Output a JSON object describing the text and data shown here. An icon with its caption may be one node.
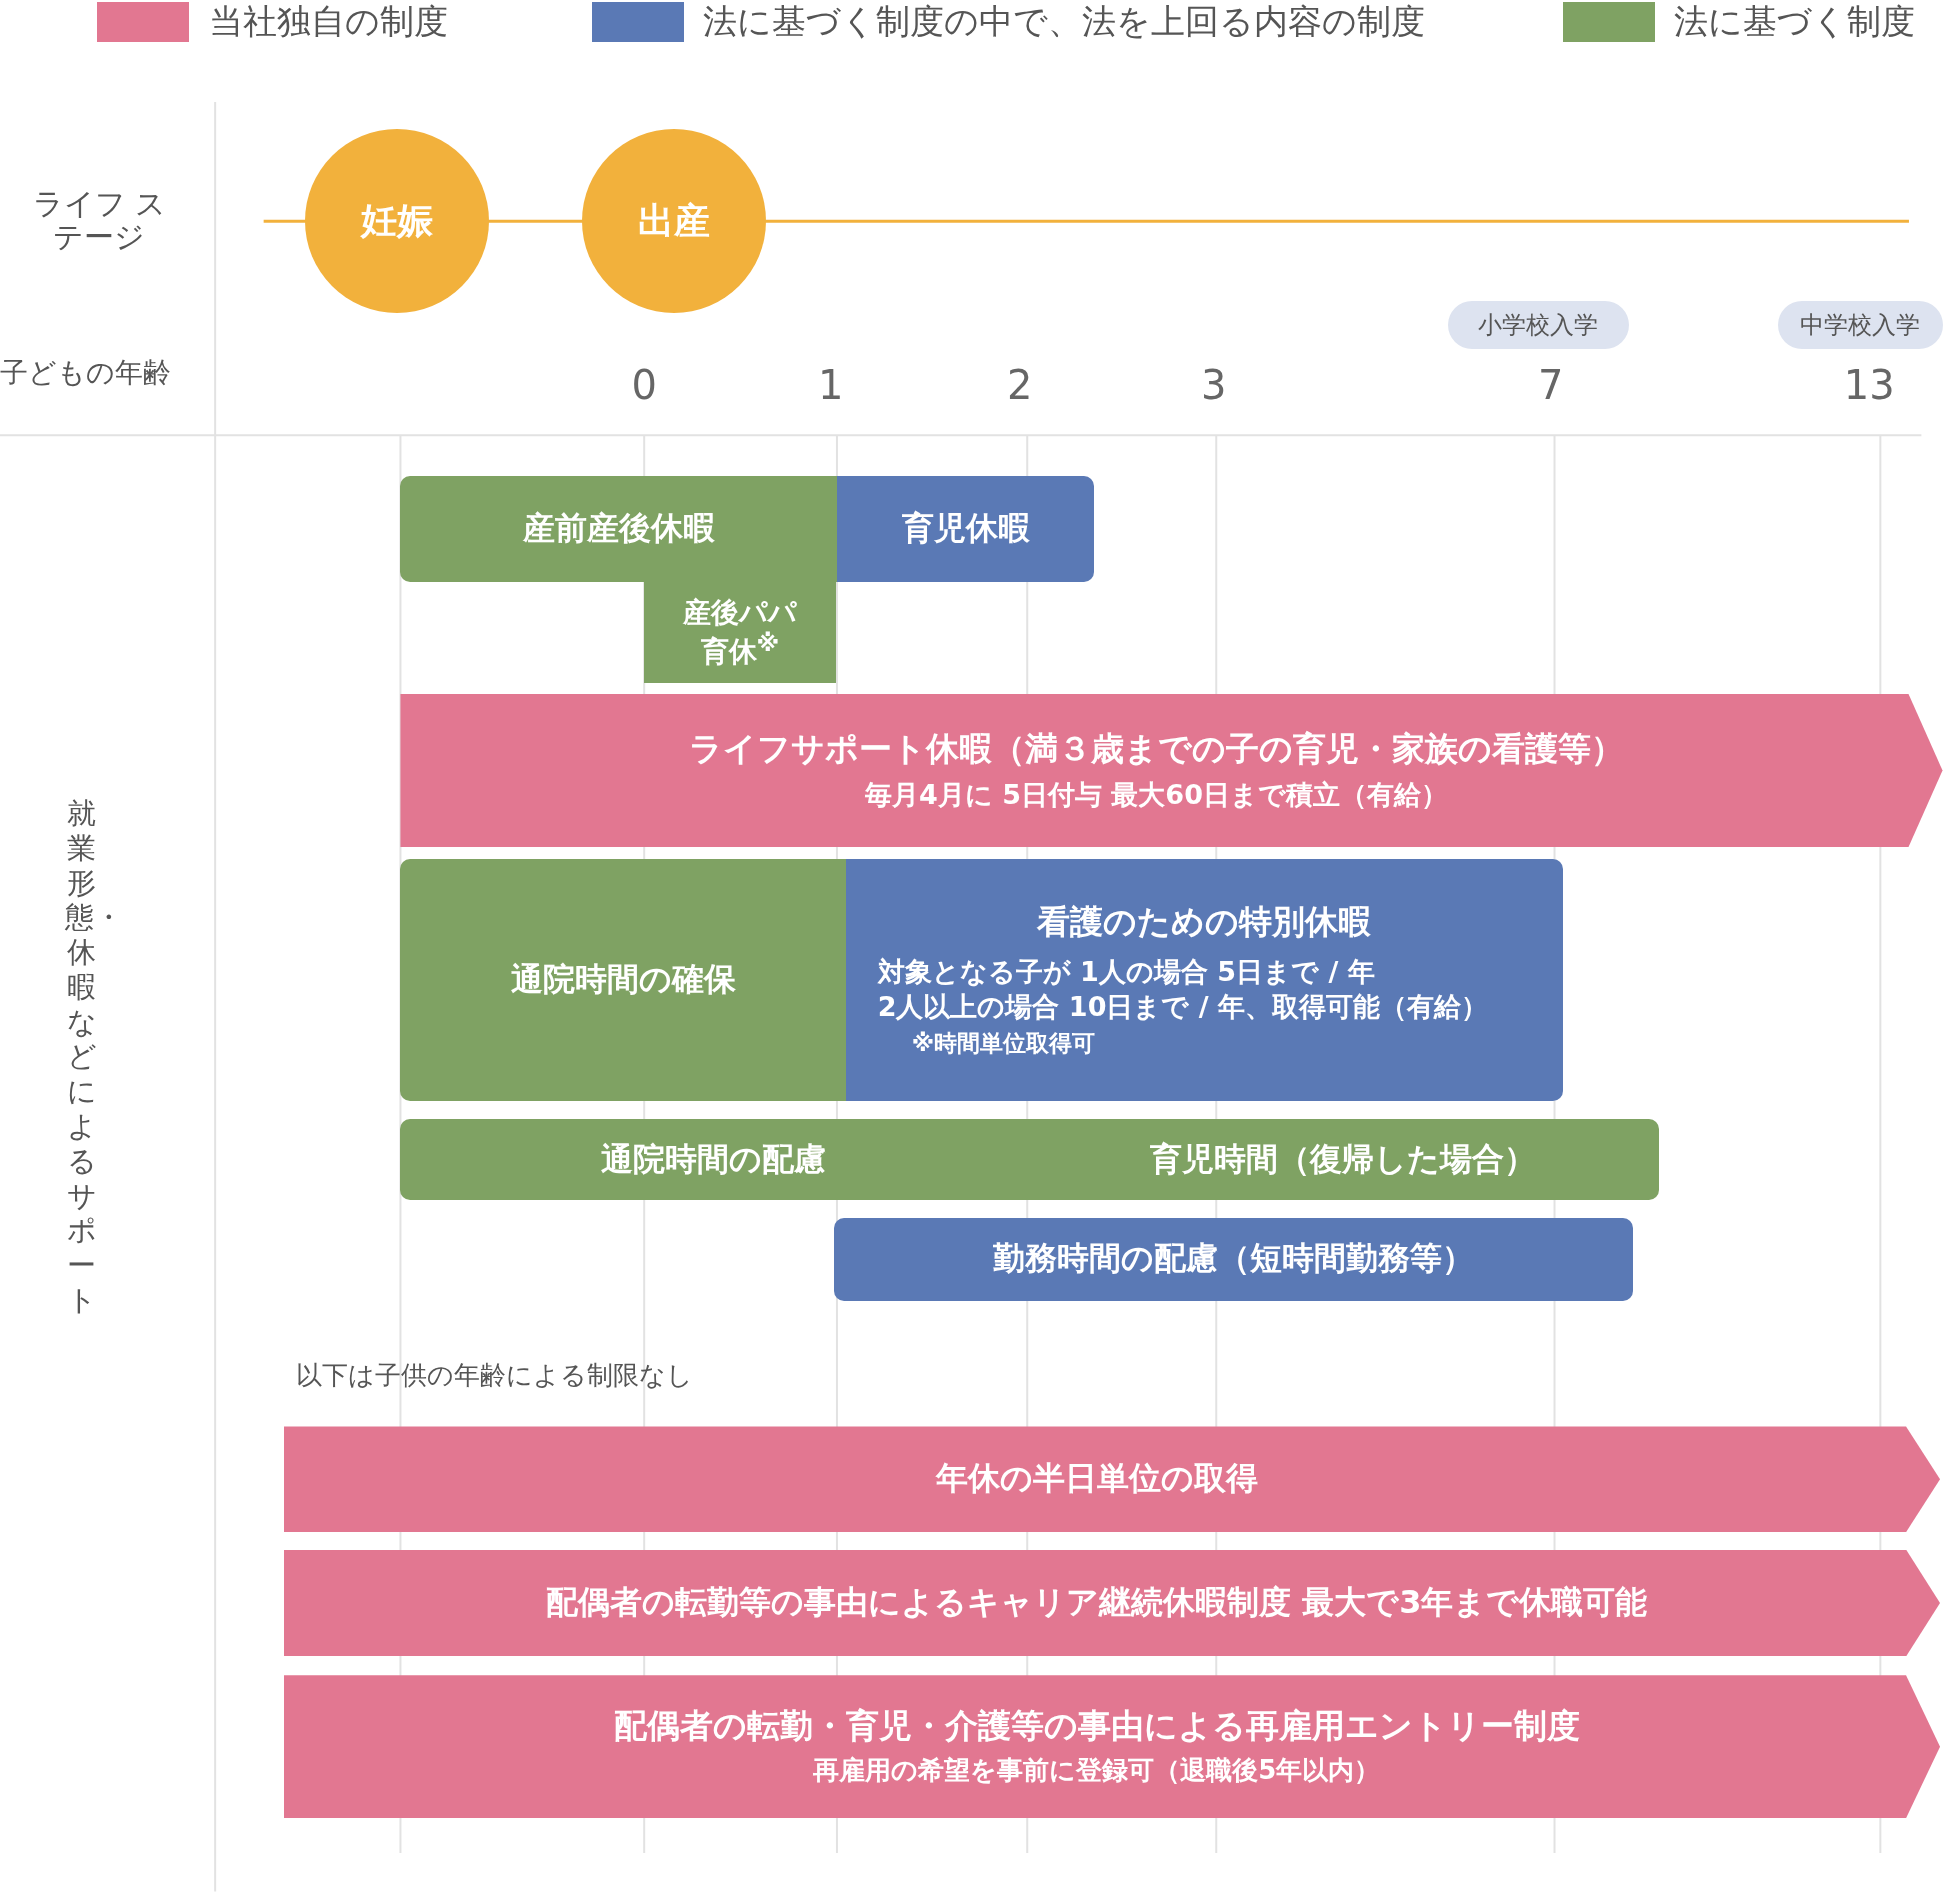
{
  "diagram": {
    "nodes": [
      {
        "text": [
          "妊娠"
        ]
      },
      {
        "text": [
          "出産"
        ]
      },
      {
        "text": [
          "小学校入学"
        ]
      },
      {
        "text": [
          "中学校入学"
        ]
      },
      {
        "text": [
          "産前産後休暇"
        ]
      },
      {
        "text": [
          "育児休暇"
        ]
      },
      {
        "text": [
          "産後パパ育休$^{※}$"
        ]
      },
      {
        "text": [
          "ライフサポート休暇（満３歳までの子の育児・家族の看護等）",
          "毎月4月に 5日付与 最大60日まで積立（有給）"
        ]
      },
      {
        "text": [
          "通院時間の確保"
        ]
      },
      {
        "text": [
          "看護のための特別休暇",
          "対象となる子が 1人の場合 5日まで / 年 2人以上の場合 10日まで / 年、取得可能（有給）",
          "※時間単位取得可"
        ]
      },
      {
        "text": [
          "通院時間の配慮"
        ]
      },
      {
        "text": [
          "育児時間（復帰した場合）"
        ]
      },
      {
        "text": [
          "勤務時間の配慮（短時間勤務等）"
        ]
      },
      {
        "text": [
          "年休の半日単位の取得"
        ]
      },
      {
        "text": [
          "配偶者の転勤等の事由によるキャリア継続休暇制度 最大で3年まで休職可能"
        ]
      },
      {
        "text": [
          "配偶者の転勤・育児・介護等の事由による再雇用エントリー制度",
          "再雇用の希望を事前に登録可（退職後5年以内）"
        ]
      }
    ],
    "labels": [
      "ライフ ステージ",
      "子どもの年齢",
      "0",
      "1",
      "2",
      "3",
      "7",
      "13",
      "就業形態・休暇などによるサポート",
      "以下は子供の年齢による制限なし"
    ],
    "legend": [
      {
        "text": "当社独自の制度",
        "color": "#e27791"
      },
      {
        "text": "法に基づく制度の中で、法を上回る内容の制度",
        "color": "#5a79b5"
      },
      {
        "text": "法に基づく制度",
        "color": "#7fa263"
      }
    ]
  }
}
